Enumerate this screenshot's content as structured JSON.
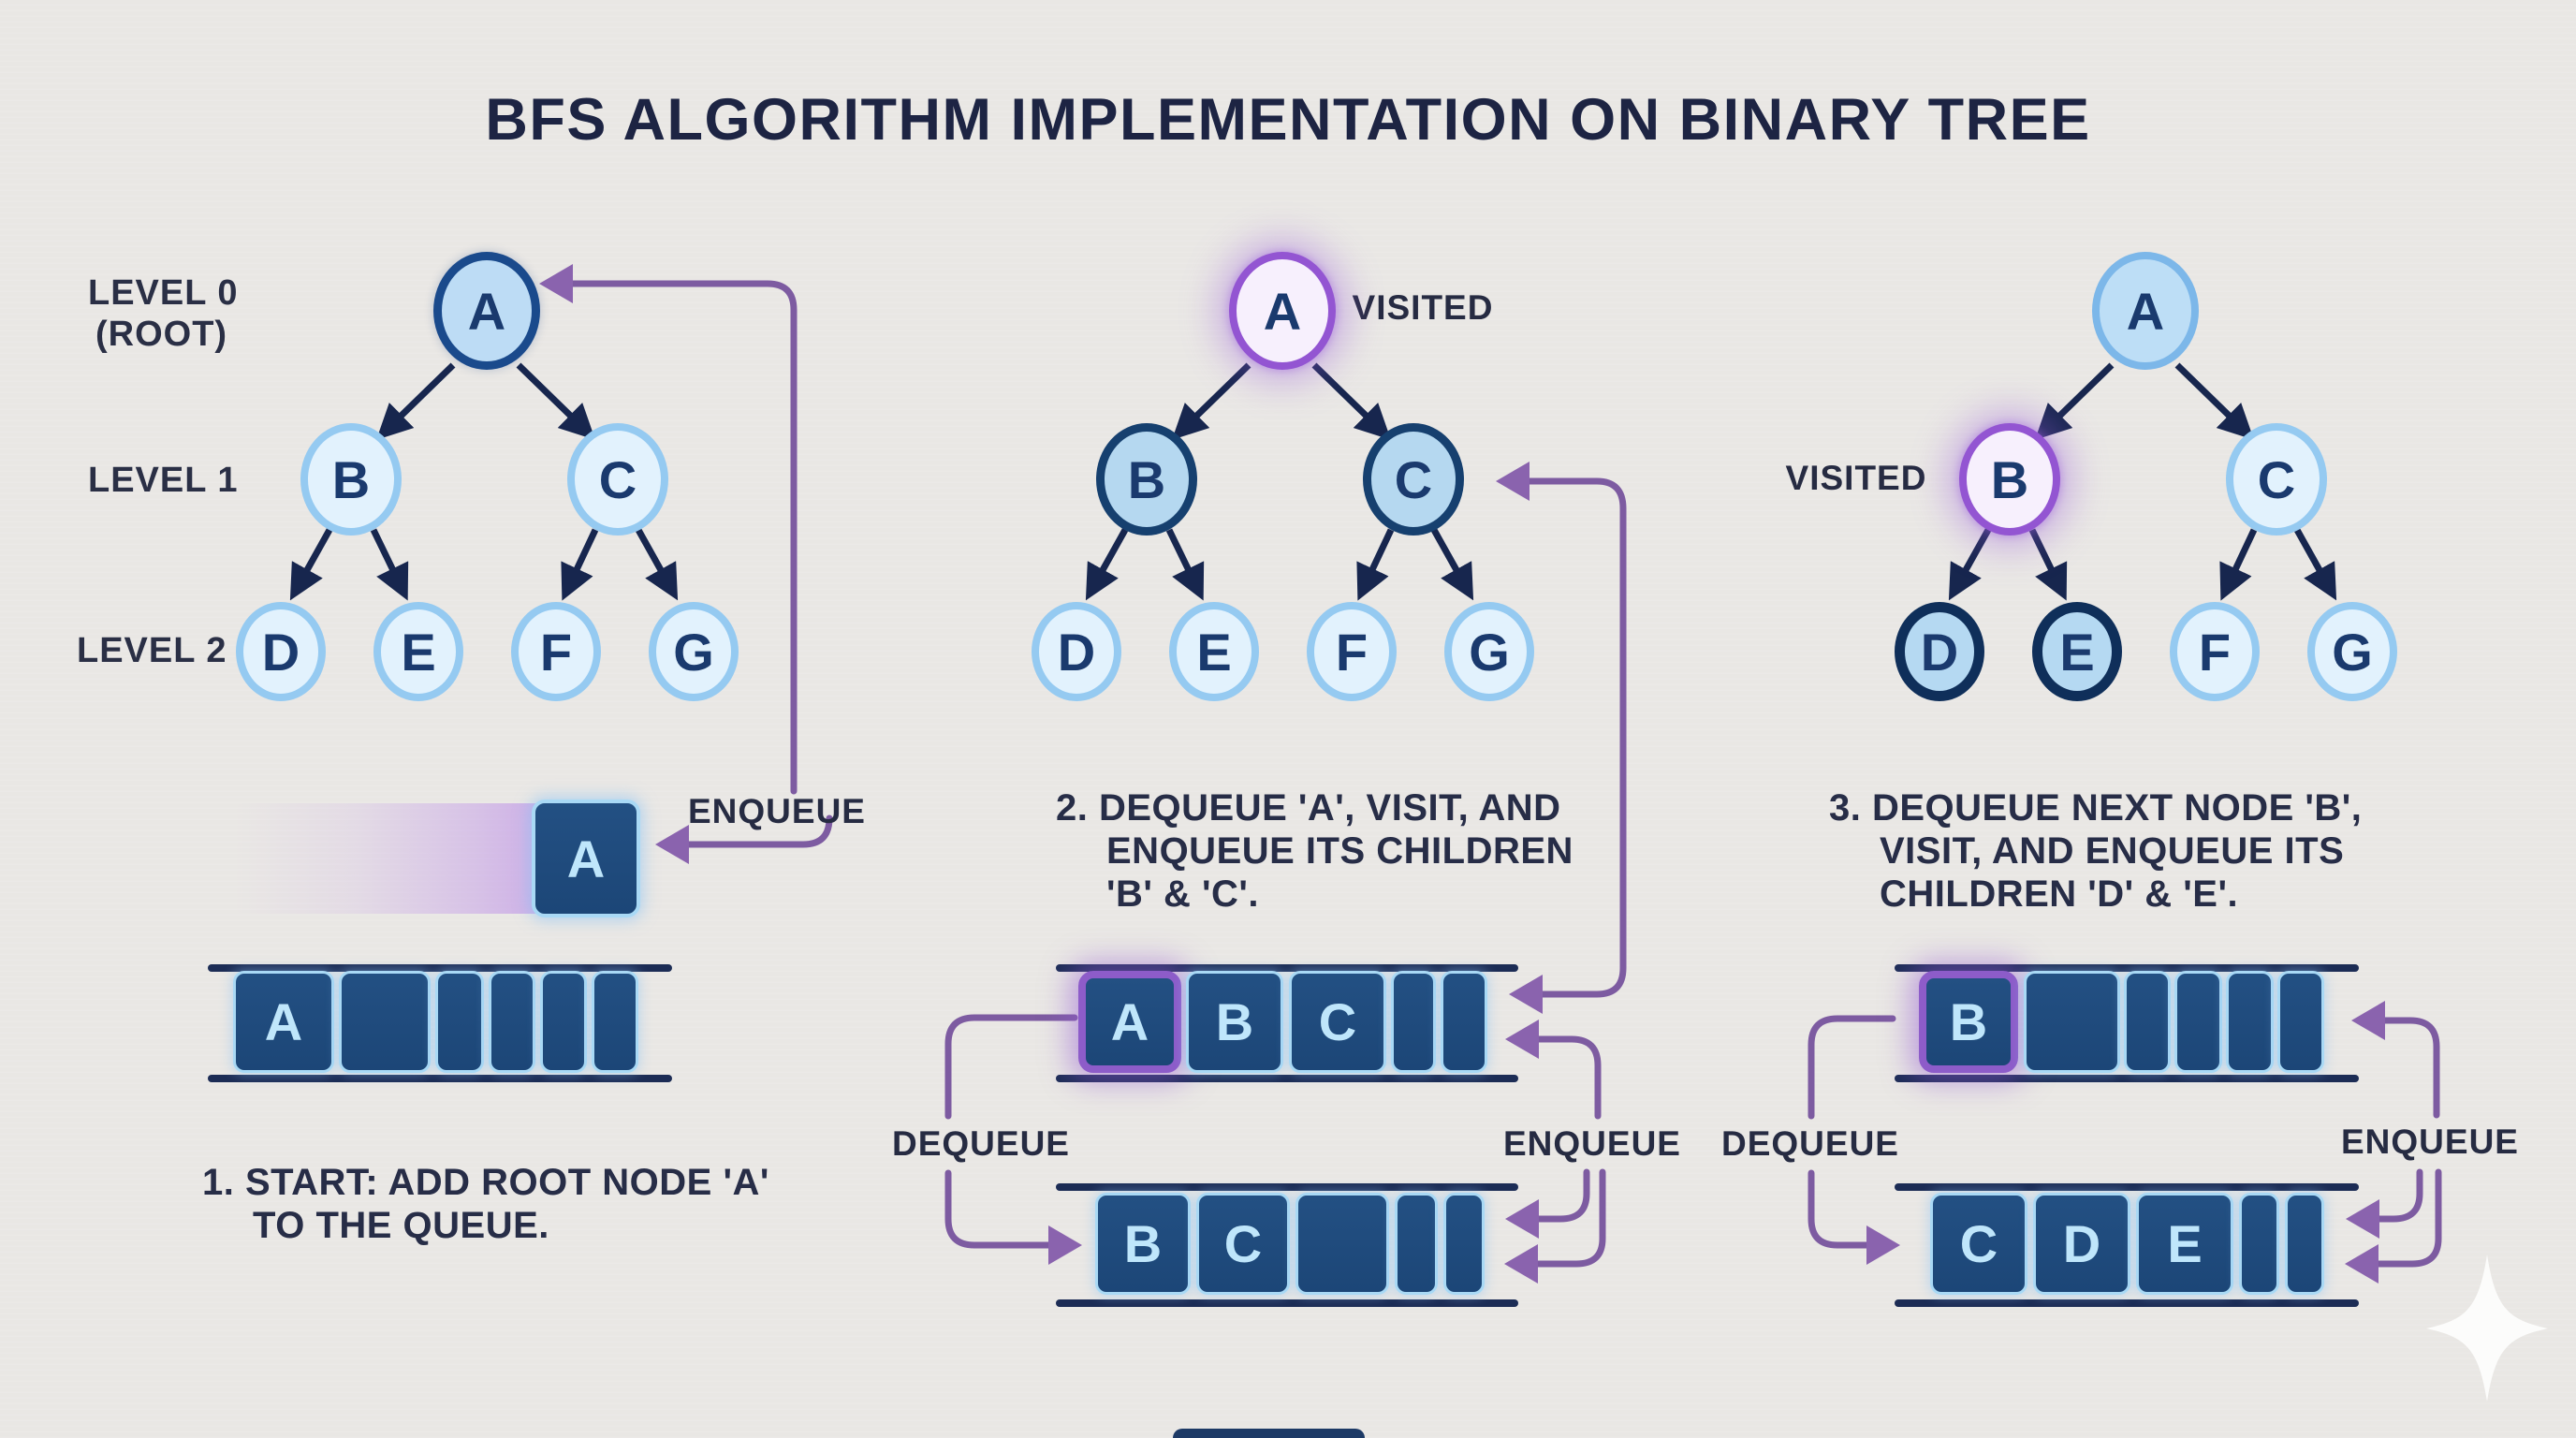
{
  "title": "BFS ALGORITHM IMPLEMENTATION ON BINARY TREE",
  "colors": {
    "background": "#e9e7e4",
    "navy_dark": "#1c2c55",
    "queue_cell_fill": "#1f4c7e",
    "cell_letter": "#bfe6fb",
    "purple_connector": "#7d5ba1",
    "purple_highlight": "#8d5cc9",
    "visited_fill": "#f7f0fd",
    "visited_border": "#9355d2",
    "light_node_fill": "#e2f2fd",
    "light_node_border": "#95caf1",
    "text_dark": "#272d47"
  },
  "left_panel": {
    "level_labels": {
      "l0": "LEVEL 0",
      "root": "(ROOT)",
      "l1": "LEVEL 1",
      "l2": "LEVEL 2"
    },
    "tree_nodes": [
      {
        "id": "A",
        "label": "A",
        "state": "root"
      },
      {
        "id": "B",
        "label": "B",
        "state": "light"
      },
      {
        "id": "C",
        "label": "C",
        "state": "light"
      },
      {
        "id": "D",
        "label": "D",
        "state": "light"
      },
      {
        "id": "E",
        "label": "E",
        "state": "light"
      },
      {
        "id": "F",
        "label": "F",
        "state": "light"
      },
      {
        "id": "G",
        "label": "G",
        "state": "light"
      }
    ],
    "enqueue_label": "ENQUEUE",
    "staging_cell": "A",
    "queue_cells": [
      {
        "label": "A",
        "highlight": false
      },
      {
        "label": "",
        "highlight": false
      },
      {
        "label": "",
        "highlight": false
      },
      {
        "label": "",
        "highlight": false
      },
      {
        "label": "",
        "highlight": false
      },
      {
        "label": "",
        "highlight": false
      }
    ],
    "caption": [
      "1. START: ADD ROOT NODE 'A'",
      "TO THE QUEUE."
    ]
  },
  "middle_panel": {
    "visited_label": "VISITED",
    "caption": [
      "2. DEQUEUE 'A', VISIT, AND",
      "ENQUEUE ITS CHILDREN",
      "'B' & 'C'."
    ],
    "tree_nodes": [
      {
        "id": "A",
        "label": "A",
        "state": "visited"
      },
      {
        "id": "B",
        "label": "B",
        "state": "frontier"
      },
      {
        "id": "C",
        "label": "C",
        "state": "frontier"
      },
      {
        "id": "D",
        "label": "D",
        "state": "light"
      },
      {
        "id": "E",
        "label": "E",
        "state": "light"
      },
      {
        "id": "F",
        "label": "F",
        "state": "light"
      },
      {
        "id": "G",
        "label": "G",
        "state": "light"
      }
    ],
    "queue_top_cells": [
      {
        "label": "A",
        "highlight": true
      },
      {
        "label": "B",
        "highlight": false
      },
      {
        "label": "C",
        "highlight": false
      },
      {
        "label": "",
        "highlight": false
      },
      {
        "label": "",
        "highlight": false
      }
    ],
    "queue_bottom_cells": [
      {
        "label": "B",
        "highlight": false
      },
      {
        "label": "C",
        "highlight": false
      },
      {
        "label": "",
        "highlight": false
      },
      {
        "label": "",
        "highlight": false
      },
      {
        "label": "",
        "highlight": false
      }
    ],
    "dequeue_label": "DEQUEUE",
    "enqueue_label": "ENQUEUE"
  },
  "right_panel": {
    "visited_label": "VISITED",
    "caption": [
      "3. DEQUEUE NEXT NODE 'B',",
      "VISIT, AND ENQUEUE ITS",
      "CHILDREN 'D' & 'E'."
    ],
    "tree_nodes": [
      {
        "id": "A",
        "label": "A",
        "state": "mid"
      },
      {
        "id": "B",
        "label": "B",
        "state": "visited"
      },
      {
        "id": "C",
        "label": "C",
        "state": "light"
      },
      {
        "id": "D",
        "label": "D",
        "state": "enq"
      },
      {
        "id": "E",
        "label": "E",
        "state": "enq"
      },
      {
        "id": "F",
        "label": "F",
        "state": "light"
      },
      {
        "id": "G",
        "label": "G",
        "state": "light"
      }
    ],
    "queue_top_cells": [
      {
        "label": "B",
        "highlight": true
      },
      {
        "label": "",
        "highlight": false
      },
      {
        "label": "",
        "highlight": false
      },
      {
        "label": "",
        "highlight": false
      },
      {
        "label": "",
        "highlight": false
      },
      {
        "label": "",
        "highlight": false
      }
    ],
    "queue_bottom_cells": [
      {
        "label": "C",
        "highlight": false
      },
      {
        "label": "D",
        "highlight": false
      },
      {
        "label": "E",
        "highlight": false
      },
      {
        "label": "",
        "highlight": false
      },
      {
        "label": "",
        "highlight": false
      }
    ],
    "dequeue_label": "DEQUEUE",
    "enqueue_label": "ENQUEUE"
  }
}
